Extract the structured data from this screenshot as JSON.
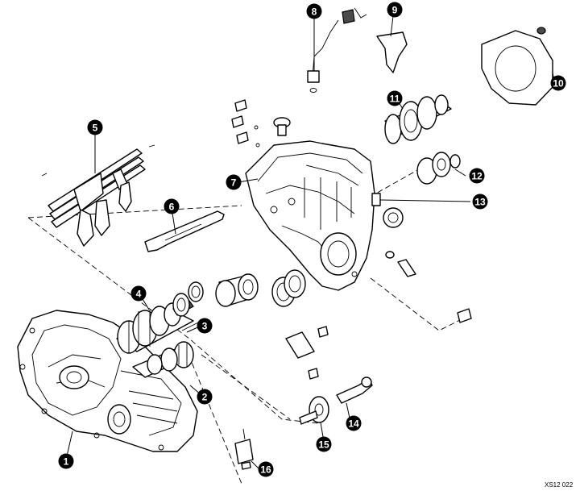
{
  "diagram": {
    "callouts": [
      {
        "id": 1,
        "label": "1"
      },
      {
        "id": 2,
        "label": "2"
      },
      {
        "id": 3,
        "label": "3"
      },
      {
        "id": 4,
        "label": "4"
      },
      {
        "id": 5,
        "label": "5"
      },
      {
        "id": 6,
        "label": "6"
      },
      {
        "id": 7,
        "label": "7"
      },
      {
        "id": 8,
        "label": "8"
      },
      {
        "id": 9,
        "label": "9"
      },
      {
        "id": 10,
        "label": "10"
      },
      {
        "id": 11,
        "label": "11"
      },
      {
        "id": 12,
        "label": "12"
      },
      {
        "id": 13,
        "label": "13"
      },
      {
        "id": 14,
        "label": "14"
      },
      {
        "id": 15,
        "label": "15"
      },
      {
        "id": 16,
        "label": "16"
      }
    ],
    "reference_code": "XS12 022"
  }
}
